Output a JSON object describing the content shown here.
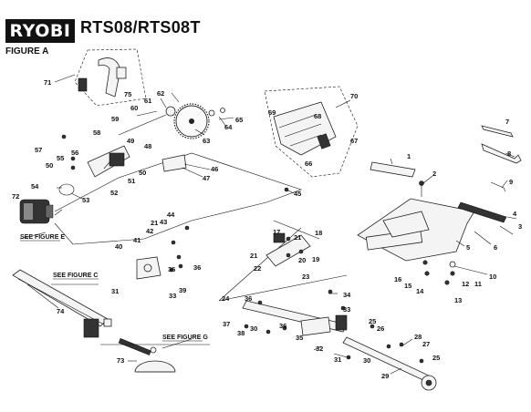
{
  "header": {
    "brand": "RYOBI",
    "model": "RTS08/RTS08T",
    "figure": "FIGURE A"
  },
  "refs": {
    "see_e": "SEE FIGURE E",
    "see_c": "SEE FIGURE C",
    "see_g": "SEE FIGURE G"
  },
  "labels": {
    "l1": "1",
    "l2": "2",
    "l3": "3",
    "l4": "4",
    "l5": "5",
    "l6": "6",
    "l7": "7",
    "l8": "8",
    "l9": "9",
    "l10": "10",
    "l11": "11",
    "l12": "12",
    "l13": "13",
    "l14": "14",
    "l15": "15",
    "l16": "16",
    "l17": "17",
    "l18": "18",
    "l19": "19",
    "l20": "20",
    "l21": "21",
    "l22": "22",
    "l23": "23",
    "l24": "24",
    "l25": "25",
    "l26": "26",
    "l27": "27",
    "l28": "28",
    "l29": "29",
    "l30": "30",
    "l31": "31",
    "l32": "32",
    "l33": "33",
    "l34": "34",
    "l35": "35",
    "l36": "36",
    "l37": "37",
    "l38": "38",
    "l39": "39",
    "l40": "40",
    "l41": "41",
    "l42": "42",
    "l43": "43",
    "l44": "44",
    "l45": "45",
    "l46": "46",
    "l47": "47",
    "l48": "48",
    "l49": "49",
    "l50": "50",
    "l51": "51",
    "l52": "52",
    "l53": "53",
    "l54": "54",
    "l55": "55",
    "l56": "56",
    "l57": "57",
    "l58": "58",
    "l59": "59",
    "l60": "60",
    "l61": "61",
    "l62": "62",
    "l63": "63",
    "l64": "64",
    "l65": "65",
    "l66": "66",
    "l67": "67",
    "l68": "68",
    "l69": "69",
    "l70": "70",
    "l71": "71",
    "l72": "72",
    "l73": "73",
    "l74": "74",
    "l75": "75"
  }
}
